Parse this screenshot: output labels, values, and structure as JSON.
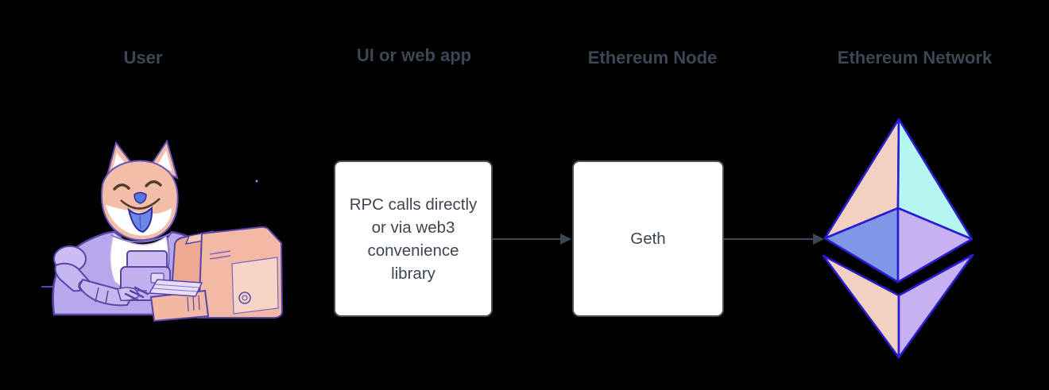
{
  "headers": {
    "user": "User",
    "webapp": "UI or web app",
    "node": "Ethereum Node",
    "network": "Ethereum Network"
  },
  "boxes": {
    "webapp": {
      "lines": [
        "RPC calls directly",
        "or via web3",
        "convenience",
        "library"
      ]
    },
    "node": {
      "text": "Geth"
    }
  },
  "icons": {
    "user": "doge-astronaut-at-retro-computer-illustration",
    "network": "ethereum-diamond-logo"
  },
  "colors": {
    "background": "#000000",
    "heading-text": "#3d4654",
    "box-text": "#3d4654",
    "box-bg": "#ffffff",
    "box-border": "#46505f",
    "arrow": "#3d4653",
    "eth-edge": "#2a1dd1",
    "eth-face-peach": "#f2d1c2",
    "eth-face-cyan": "#b5f6f2",
    "eth-face-blue": "#7e97e6",
    "eth-face-violet": "#c7b1f0"
  }
}
